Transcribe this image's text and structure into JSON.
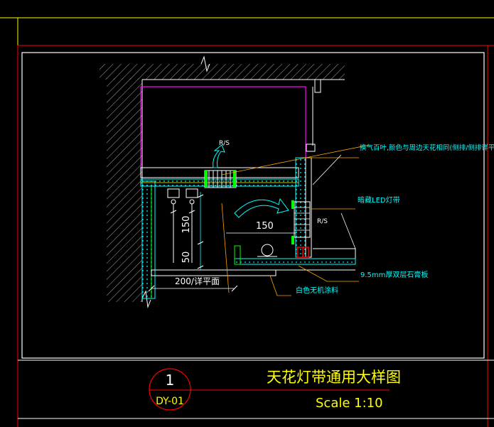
{
  "drawing": {
    "annotations": {
      "vent_note": "换气百叶,颜色与周边天花相同(侧排/侧排详平面)",
      "led_note": "暗藏LED灯带",
      "board_note": "9.5mm厚双层石膏板",
      "paint_note": "白色无机涂料",
      "rs_top": "R/S",
      "rs_right": "R/S"
    },
    "dimensions": {
      "dim_150_vertical": "150",
      "dim_50_vertical": "50",
      "dim_150_horizontal": "150",
      "dim_200": "200/详平面"
    },
    "title_block": {
      "detail_number": "1",
      "sheet_code": "DY-01",
      "title": "天花灯带通用大样图",
      "scale": "Scale 1:10"
    },
    "colors": {
      "background": "#000000",
      "frame_red": "#ff0000",
      "line_yellow": "#ffff00",
      "line_magenta": "#ff00ff",
      "line_cyan": "#00ffff",
      "line_green": "#00ff00",
      "leader_orange": "#ffa500",
      "text_cyan": "#00ffff",
      "text_white": "#ffffff"
    }
  }
}
